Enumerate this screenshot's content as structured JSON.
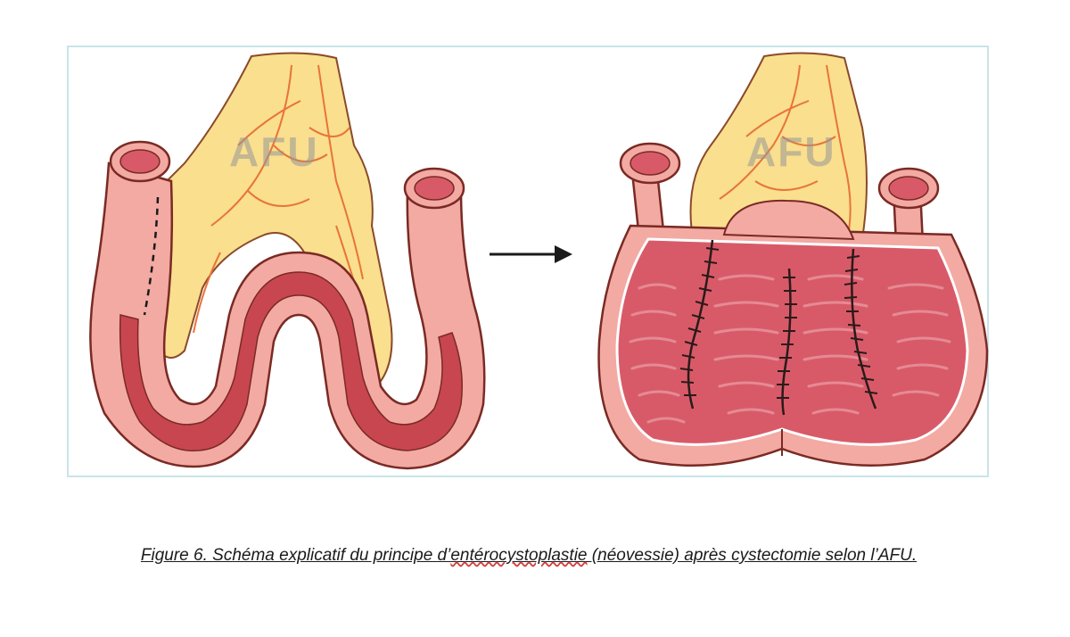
{
  "watermarks": {
    "left": "AFU",
    "right": "AFU"
  },
  "caption": {
    "before": "Figure 6. Schéma explicatif du principe d’",
    "flagged_word": "entérocystoplastie",
    "after": " (néovessie) après cystectomie selon l’AFU."
  },
  "colors": {
    "fat_yellow": "#f9df8e",
    "fat_edge": "#e6b445",
    "vessel": "#e8743a",
    "bowel_wall": "#f2aaa3",
    "lumen_red": "#c8464f",
    "mucosa": "#d85a68",
    "outline": "#7a2a24",
    "suture": "#2b1a1a",
    "frame": "#c9e4ea"
  }
}
